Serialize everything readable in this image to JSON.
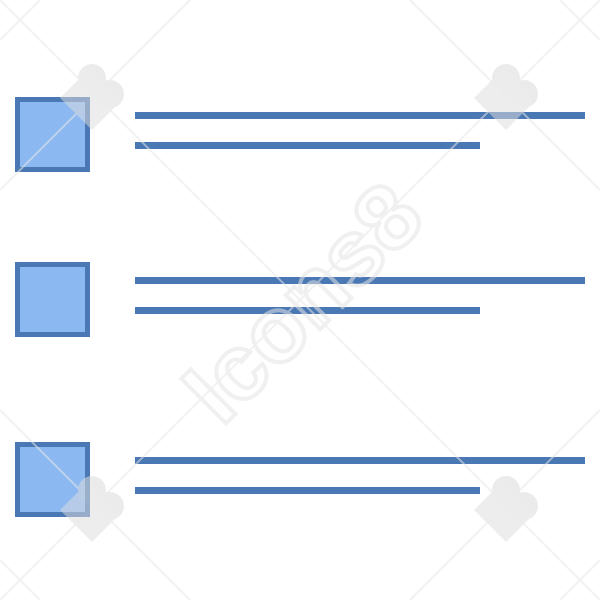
{
  "icon": {
    "name": "checklist-icon",
    "colors": {
      "checkbox_fill": "#8cb8f2",
      "checkbox_border": "#4a78b4",
      "line": "#4a78b4"
    },
    "rows": [
      {
        "name": "list-row-1"
      },
      {
        "name": "list-row-2"
      },
      {
        "name": "list-row-3"
      }
    ]
  },
  "watermark": {
    "text": "Icons8"
  }
}
